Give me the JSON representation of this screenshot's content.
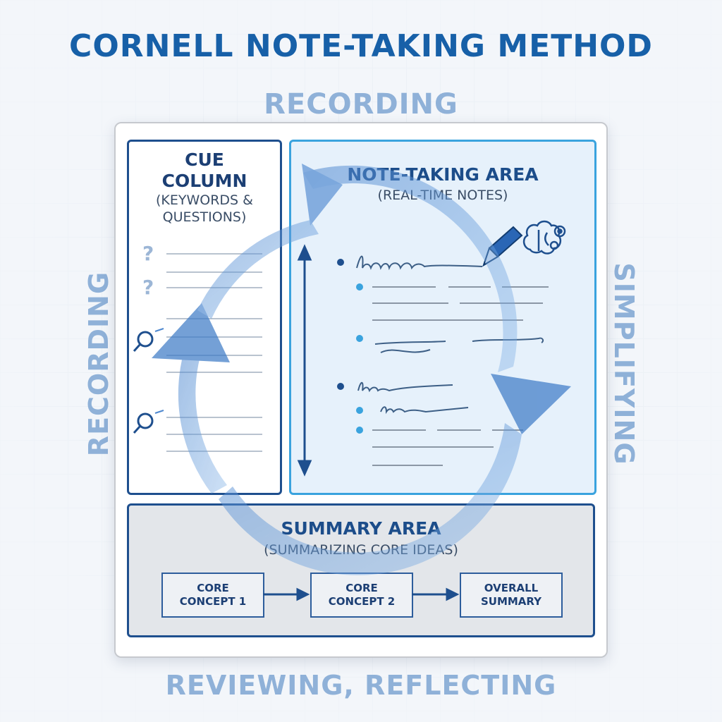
{
  "title": "CORNELL NOTE-TAKING METHOD",
  "labels": {
    "top": "RECORDING",
    "left": "RECORDING",
    "right": "SIMPLIFYING",
    "bottom": "REVIEWING, REFLECTING"
  },
  "cue_column": {
    "title": "CUE\nCOLUMN",
    "subtitle": "(KEYWORDS &\nQUESTIONS)",
    "question_mark": "?"
  },
  "note_area": {
    "title": "NOTE-TAKING AREA",
    "subtitle": "(REAL-TIME NOTES)"
  },
  "summary_area": {
    "title": "SUMMARY AREA",
    "subtitle": "(SUMMARIZING CORE IDEAS)",
    "boxes": [
      "CORE\nCONCEPT 1",
      "CORE\nCONCEPT 2",
      "OVERALL\nSUMMARY"
    ]
  },
  "icons": [
    "question-icon",
    "magnifier-icon",
    "pen-icon",
    "brain-gear-icon",
    "cycle-arrow-icon"
  ],
  "colors": {
    "title": "#1760a8",
    "label": "#8fb1d8",
    "cue_border": "#1e4f8e",
    "notes_border": "#3aa3de",
    "arrow": "#5b93d3"
  }
}
